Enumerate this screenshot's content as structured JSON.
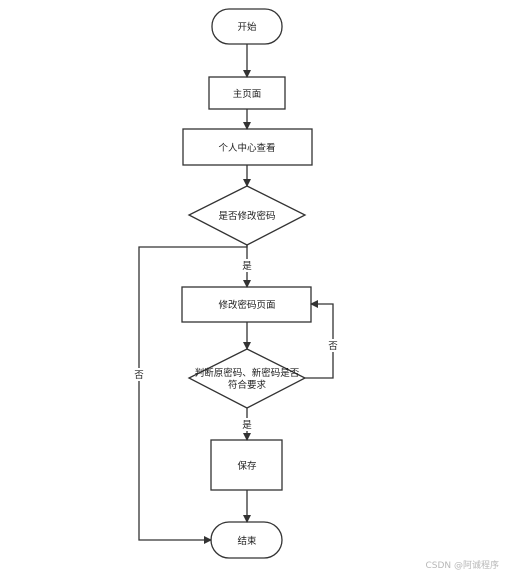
{
  "nodes": {
    "start": "开始",
    "main_page": "主页面",
    "personal_center": "个人中心查看",
    "modify_password_q": "是否修改密码",
    "modify_password_page": "修改密码页面",
    "check_line1": "判断原密码、新密码是否",
    "check_line2": "符合要求",
    "save": "保存",
    "end": "结束"
  },
  "edges": {
    "yes_to_modify": "是",
    "no_to_end": "否",
    "no_loop_back": "否",
    "yes_to_save": "是"
  },
  "watermark": "CSDN @阿诚程序"
}
